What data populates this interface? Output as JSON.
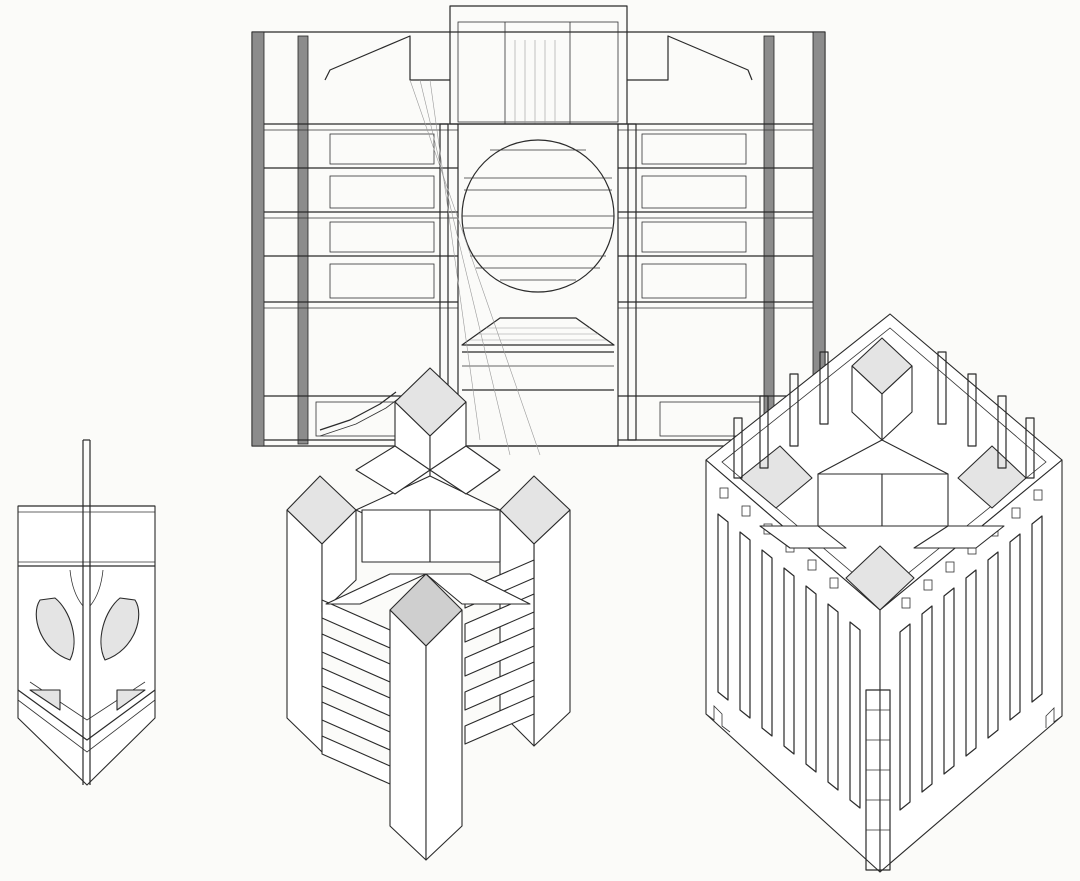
{
  "colors": {
    "paper": "#fbfbf9",
    "ink": "#2a2a2a",
    "wall_poche": "#8c8c8c",
    "shade": "#e4e4e4"
  },
  "drawings": [
    {
      "id": "section",
      "kind": "building-section"
    },
    {
      "id": "small-axon",
      "kind": "axonometric-fragment"
    },
    {
      "id": "cross-tower-axon",
      "kind": "axonometric-tower"
    },
    {
      "id": "cube-frame-axon",
      "kind": "axonometric-frame"
    }
  ]
}
